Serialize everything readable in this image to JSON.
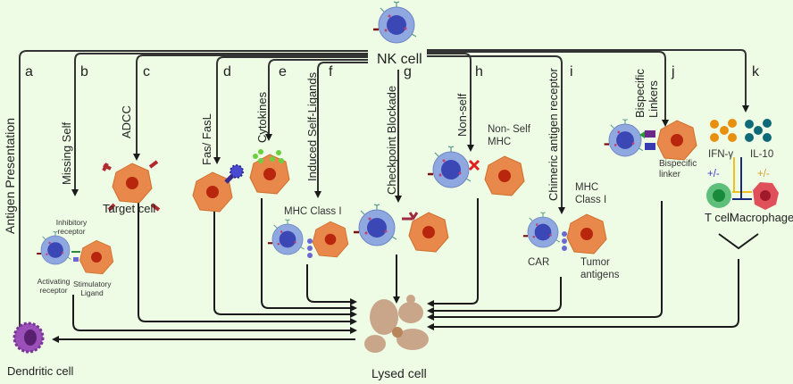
{
  "center": {
    "source": "NK cell",
    "target": "Lysed cell"
  },
  "pathways": [
    {
      "letter": "a",
      "label": "Antigen Presentation"
    },
    {
      "letter": "b",
      "label": "Missing Self"
    },
    {
      "letter": "c",
      "label": "ADCC"
    },
    {
      "letter": "d",
      "label": "Fas/ FasL"
    },
    {
      "letter": "e",
      "label": "Cytokines"
    },
    {
      "letter": "f",
      "label": "Induced Self-Ligands"
    },
    {
      "letter": "g",
      "label": "Checkpoint Blockade"
    },
    {
      "letter": "h",
      "label": "Non-self"
    },
    {
      "letter": "i",
      "label": "Chimeric antigen receptor"
    },
    {
      "letter": "j",
      "label": "Bispecific Linkers"
    },
    {
      "letter": "k",
      "label": ""
    }
  ],
  "annotations": {
    "dendritic_cell": "Dendritic  cell",
    "inhibitory_receptor": "Inhibitory receptor",
    "activating_receptor": "Activating receptor",
    "stimulatory_ligand": "Stimulatory Ligand",
    "target_cell": "Target cell",
    "mhc_class_i_f": "MHC Class I",
    "non_self_mhc": "Non- Self MHC",
    "mhc_class_i_i": "MHC Class I",
    "car": "CAR",
    "tumor_antigens": "Tumor antigens",
    "bispecific_linker": "Bispecific linker",
    "ifn_gamma": "IFN-γ",
    "il_10": "IL-10",
    "plus_minus": "+/-",
    "t_cell": "T cell",
    "macrophage": "Macrophage"
  },
  "colors": {
    "background": "#eefce6",
    "nk_cell_outer": "#8fa8e0",
    "nk_cell_nucleus": "#3a47b5",
    "target_cell": "#e8884a",
    "target_nucleus": "#b8260d",
    "dendritic_cell": "#9b4fb8",
    "lysed_cell": "#c9a58a",
    "ifn_gamma": "#e8900e",
    "il_10": "#0f6a78",
    "t_cell": "#5fbf7a",
    "macrophage": "#e0505a",
    "line": "#1a1a1a"
  }
}
